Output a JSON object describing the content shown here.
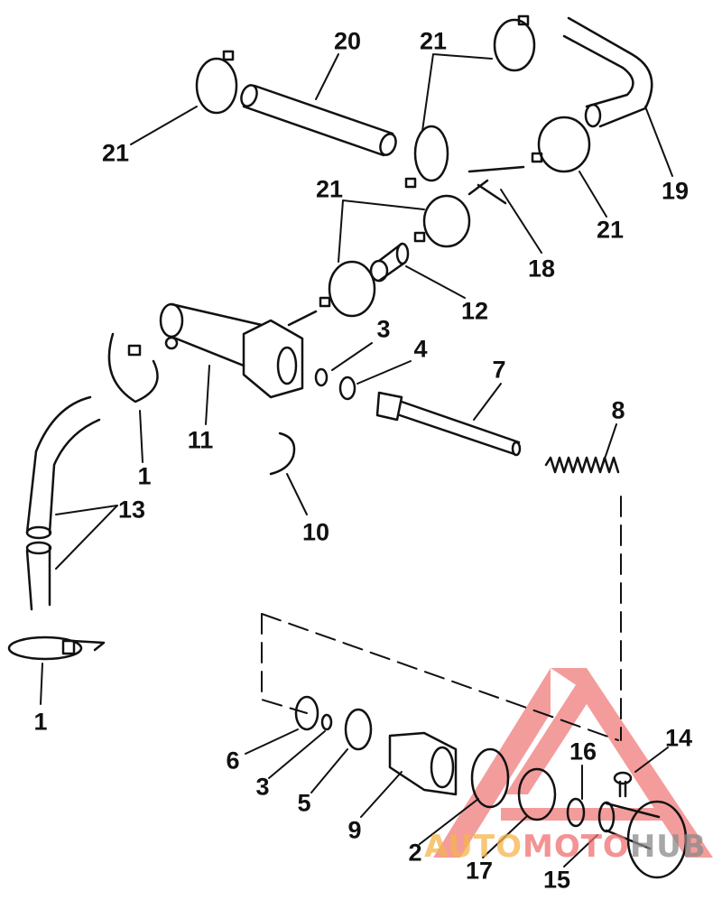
{
  "diagram": {
    "callouts": [
      {
        "id": "c20a",
        "text": "20"
      },
      {
        "id": "c21a",
        "text": "21"
      },
      {
        "id": "c21b",
        "text": "21"
      },
      {
        "id": "c19",
        "text": "19"
      },
      {
        "id": "c21c",
        "text": "21"
      },
      {
        "id": "c21d",
        "text": "21"
      },
      {
        "id": "c18",
        "text": "18"
      },
      {
        "id": "c12",
        "text": "12"
      },
      {
        "id": "c3a",
        "text": "3"
      },
      {
        "id": "c4",
        "text": "4"
      },
      {
        "id": "c7",
        "text": "7"
      },
      {
        "id": "c8",
        "text": "8"
      },
      {
        "id": "c11",
        "text": "11"
      },
      {
        "id": "c1a",
        "text": "1"
      },
      {
        "id": "c13",
        "text": "13"
      },
      {
        "id": "c10",
        "text": "10"
      },
      {
        "id": "c1b",
        "text": "1"
      },
      {
        "id": "c6",
        "text": "6"
      },
      {
        "id": "c3b",
        "text": "3"
      },
      {
        "id": "c5",
        "text": "5"
      },
      {
        "id": "c9",
        "text": "9"
      },
      {
        "id": "c2",
        "text": "2"
      },
      {
        "id": "c14",
        "text": "14"
      },
      {
        "id": "c16",
        "text": "16"
      },
      {
        "id": "c17",
        "text": "17"
      },
      {
        "id": "c15",
        "text": "15"
      }
    ]
  },
  "watermark": {
    "part1": "AUTO",
    "part2": "MOTO",
    "part3": "HUB",
    "colors": [
      "#f5b54a",
      "#ef7070",
      "#8a8a8a"
    ]
  }
}
